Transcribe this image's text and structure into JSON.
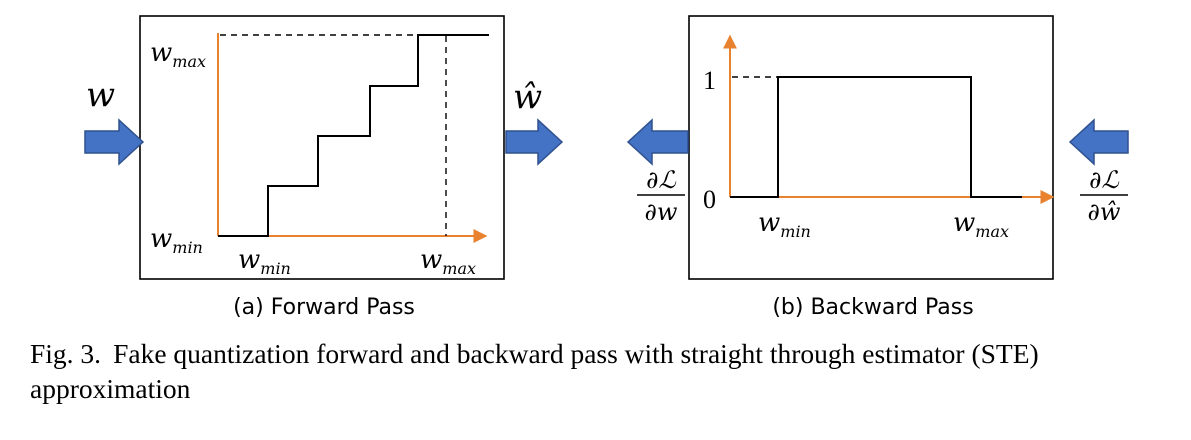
{
  "panel_a": {
    "caption": "(a) Forward Pass",
    "input_symbol": "w",
    "output_symbol": "ŵ",
    "y_top": {
      "base": "w",
      "sub": "max"
    },
    "y_bottom": {
      "base": "w",
      "sub": "min"
    },
    "x_left": {
      "base": "w",
      "sub": "min"
    },
    "x_right": {
      "base": "w",
      "sub": "max"
    }
  },
  "panel_b": {
    "caption": "(b) Backward Pass",
    "y_one": "1",
    "y_zero": "0",
    "x_left": {
      "base": "w",
      "sub": "min"
    },
    "x_right": {
      "base": "w",
      "sub": "max"
    },
    "grad_out": {
      "num": "∂ℒ",
      "den": "∂w"
    },
    "grad_in": {
      "num": "∂ℒ",
      "den": "∂ŵ"
    }
  },
  "figure_caption": {
    "label": "Fig. 3.",
    "text": "Fake quantization forward and backward pass with straight through estimator (STE) approximation"
  },
  "colors": {
    "axis": "#e8822f",
    "arrow_fill": "#4472c4",
    "arrow_stroke": "#2f528f",
    "line": "#000000"
  }
}
